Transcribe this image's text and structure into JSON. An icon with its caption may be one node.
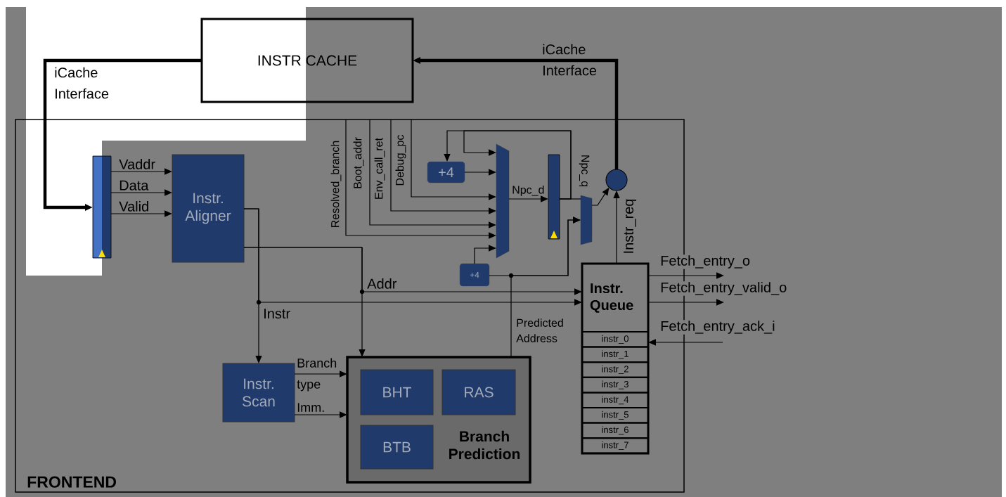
{
  "diagram": {
    "nodes": [
      {
        "text": [
          "INSTR CACHE"
        ]
      },
      {
        "text": [
          "FRONTEND"
        ]
      },
      {
        "text": [],
        "shape": "bar",
        "in": 1
      },
      {
        "text": [
          "Instr. Aligner"
        ],
        "in": 1
      },
      {
        "text": [
          "+4"
        ],
        "in": 1
      },
      {
        "text": [],
        "shape": "trapezoid",
        "in": 1
      },
      {
        "text": [],
        "shape": "bar",
        "in": 1
      },
      {
        "text": [],
        "shape": "trapezoid",
        "in": 1
      },
      {
        "text": [],
        "shape": "circle",
        "in": 1
      },
      {
        "text": [
          "+4"
        ],
        "in": 1
      },
      {
        "text": [
          "Instr. Queue"
        ],
        "in": 1
      },
      {
        "text": [
          "instr_0"
        ],
        "in": 10
      },
      {
        "text": [
          "instr_1"
        ],
        "in": 10
      },
      {
        "text": [
          "instr_2"
        ],
        "in": 10
      },
      {
        "text": [
          "instr_3"
        ],
        "in": 10
      },
      {
        "text": [
          "instr_4"
        ],
        "in": 10
      },
      {
        "text": [
          "instr_5"
        ],
        "in": 10
      },
      {
        "text": [
          "instr_6"
        ],
        "in": 10
      },
      {
        "text": [
          "instr_7"
        ],
        "in": 10
      },
      {
        "text": [
          "Instr. Scan"
        ],
        "in": 1
      },
      {
        "text": [
          "Branch Prediction"
        ],
        "in": 1
      },
      {
        "text": [
          "BHT"
        ],
        "in": 20
      },
      {
        "text": [
          "RAS"
        ],
        "in": 20
      },
      {
        "text": [
          "BTB"
        ],
        "in": 20
      }
    ],
    "edges": [
      {
        "from": 0,
        "to": 2,
        "arrow": "to",
        "label": "iCache Interface",
        "style": "thick"
      },
      {
        "from": 8,
        "to": 0,
        "arrow": "to",
        "label": "iCache Interface",
        "style": "thick"
      },
      {
        "from": 2,
        "to": 3,
        "arrow": "to",
        "label": "Vaddr"
      },
      {
        "from": 2,
        "to": 3,
        "arrow": "to",
        "label": "Data"
      },
      {
        "from": 2,
        "to": 3,
        "arrow": "to",
        "label": "Valid"
      },
      {
        "from": 3,
        "to": 19,
        "arrow": "to",
        "label": "Instr"
      },
      {
        "from": 3,
        "to": 10,
        "arrow": "to"
      },
      {
        "from": 3,
        "to": 20,
        "arrow": "to",
        "label": "Addr"
      },
      {
        "from": 3,
        "to": 10,
        "arrow": "to"
      },
      {
        "from": 19,
        "to": 20,
        "arrow": "to",
        "label": "Branch type"
      },
      {
        "from": 19,
        "to": 20,
        "arrow": "to",
        "label": "Imm."
      },
      {
        "from": null,
        "to": 5,
        "arrow": "to",
        "label": "Resolved_branch"
      },
      {
        "from": null,
        "to": 5,
        "arrow": "to",
        "label": "Boot_addr"
      },
      {
        "from": null,
        "to": 5,
        "arrow": "to",
        "label": "Env_call_ret"
      },
      {
        "from": null,
        "to": 5,
        "arrow": "to",
        "label": "Debug_pc"
      },
      {
        "from": 4,
        "to": 5,
        "arrow": "to"
      },
      {
        "from": 9,
        "to": 5,
        "arrow": "to"
      },
      {
        "from": 5,
        "to": 6,
        "arrow": "to",
        "label": "Npc_d"
      },
      {
        "from": 6,
        "to": 7,
        "arrow": "none",
        "label": "Npc_q"
      },
      {
        "from": 6,
        "to": 4,
        "arrow": "to"
      },
      {
        "from": 6,
        "to": 5,
        "arrow": "to"
      },
      {
        "from": 9,
        "to": 7,
        "arrow": "to"
      },
      {
        "from": 20,
        "to": 7,
        "arrow": "to",
        "label": "Predicted Address"
      },
      {
        "from": 7,
        "to": 8,
        "arrow": "to"
      },
      {
        "from": 10,
        "to": 8,
        "arrow": "to",
        "label": "Instr_req"
      },
      {
        "from": 10,
        "to": null,
        "arrow": "to",
        "label": "Fetch_entry_o"
      },
      {
        "from": 10,
        "to": null,
        "arrow": "to",
        "label": "Fetch_entry_valid_o"
      },
      {
        "from": null,
        "to": 10,
        "arrow": "to",
        "label": "Fetch_entry_ack_i"
      }
    ]
  }
}
